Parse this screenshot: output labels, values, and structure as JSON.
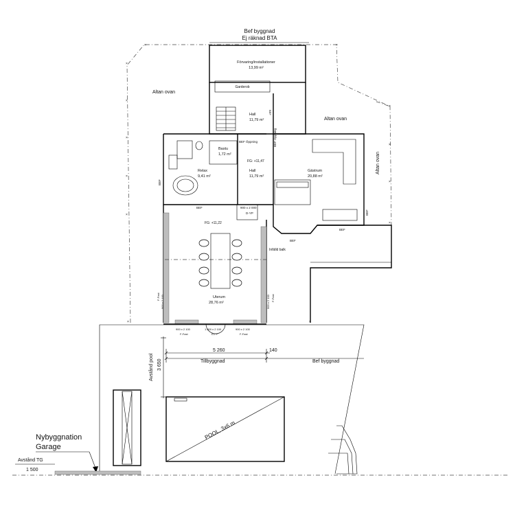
{
  "header": {
    "line1": "Bef byggnad",
    "line2": "Ej räknad BTA"
  },
  "rooms": {
    "forvaring": {
      "name": "Förvaring/installationer",
      "area": "13,99 m²"
    },
    "garderob": {
      "name": "Garderob"
    },
    "hall_top": {
      "name": "Hall",
      "area": "11,79 m²"
    },
    "bastu": {
      "name": "Bastu",
      "area": "1,72 m²"
    },
    "relax": {
      "name": "Relax",
      "area": "9,41 m²"
    },
    "hall_mid": {
      "name": "Hall",
      "area": "11,79 m²"
    },
    "gastrum": {
      "name": "Gästrum",
      "area": "20,88 m²"
    },
    "uterum": {
      "name": "Uterum",
      "area": "28,76 m²"
    }
  },
  "labels": {
    "altan_left": "Altan ovan",
    "altan_mid": "Altan ovan",
    "altan_right": "Altan ovan",
    "bef_oppning_1": "BEF Öppning",
    "bef_oppning_2": "BEF Öppning",
    "fg_1": "FG: +11,47",
    "fg_2": "FG: +11,22",
    "bef_small": "BEF",
    "door_dyp": "900 x 2 000",
    "door_dyp_code": "D-YP",
    "infalld_balk": "Infälld balk",
    "win_left_size": "900 x 2 100",
    "win_left_code": "F-Fast",
    "win_right_size": "900 x 2 100",
    "win_right_code": "F-Fast",
    "win_bl_size": "900 x 2 100",
    "win_bl_code": "F-Fast",
    "door_center_size": "1 800 x 2 100",
    "door_center_code": "D-FP",
    "win_br_size": "900 x 2 100",
    "win_br_code": "F-Fast",
    "bef_a": "BEF",
    "bef_b": "BEF",
    "bef_c": "BEF",
    "bef_d": "BEF",
    "bef_e": "BEF"
  },
  "dimensions": {
    "width_main": "5 260",
    "width_side": "140",
    "tillbyggnad": "Tillbyggnad",
    "bef_byggnad": "Bef byggnad",
    "avstand_pool": "Avstånd pool",
    "pool_depth": "3 650",
    "avstand_tg": "Avstånd TG",
    "tg_value": "1 500"
  },
  "site": {
    "pool": "POOL, 3x6 m",
    "garage_line1": "Nybyggnation",
    "garage_line2": "Garage"
  }
}
